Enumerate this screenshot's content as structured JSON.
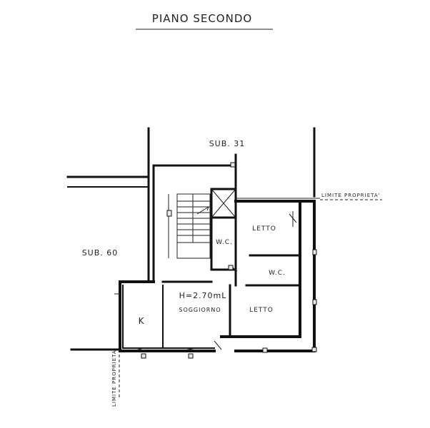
{
  "title": "PIANO SECONDO",
  "labels": {
    "sub31": "SUB. 31",
    "sub60": "SUB. 60",
    "limite_top": "LIMITE PROPRIETA'",
    "limite_side": "LIMITE PROPRIETA'",
    "letto_top": "LETTO",
    "wc_1": "W.C.",
    "wc_2": "W.C.",
    "height": "H=2.70mL",
    "soggiorno": "SOGGIORNO",
    "letto_bottom": "LETTO",
    "kitchen": "K"
  }
}
